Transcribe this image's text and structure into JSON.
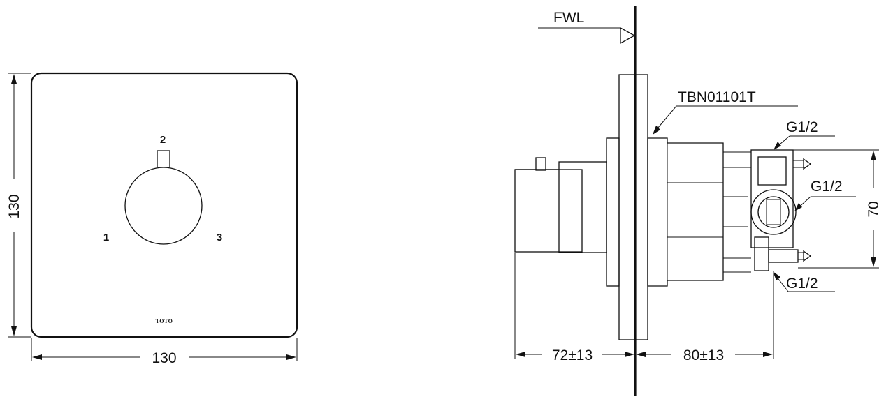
{
  "front_view": {
    "width_label": "130",
    "height_label": "130",
    "positions": [
      "1",
      "2",
      "3"
    ],
    "logo": "TOTO"
  },
  "side_view": {
    "wall_label": "FWL",
    "model_label": "TBN01101T",
    "connections": [
      "G1/2",
      "G1/2",
      "G1/2"
    ],
    "depth_front_label": "72±13",
    "depth_back_label": "80±13",
    "spacing_label": "70"
  }
}
